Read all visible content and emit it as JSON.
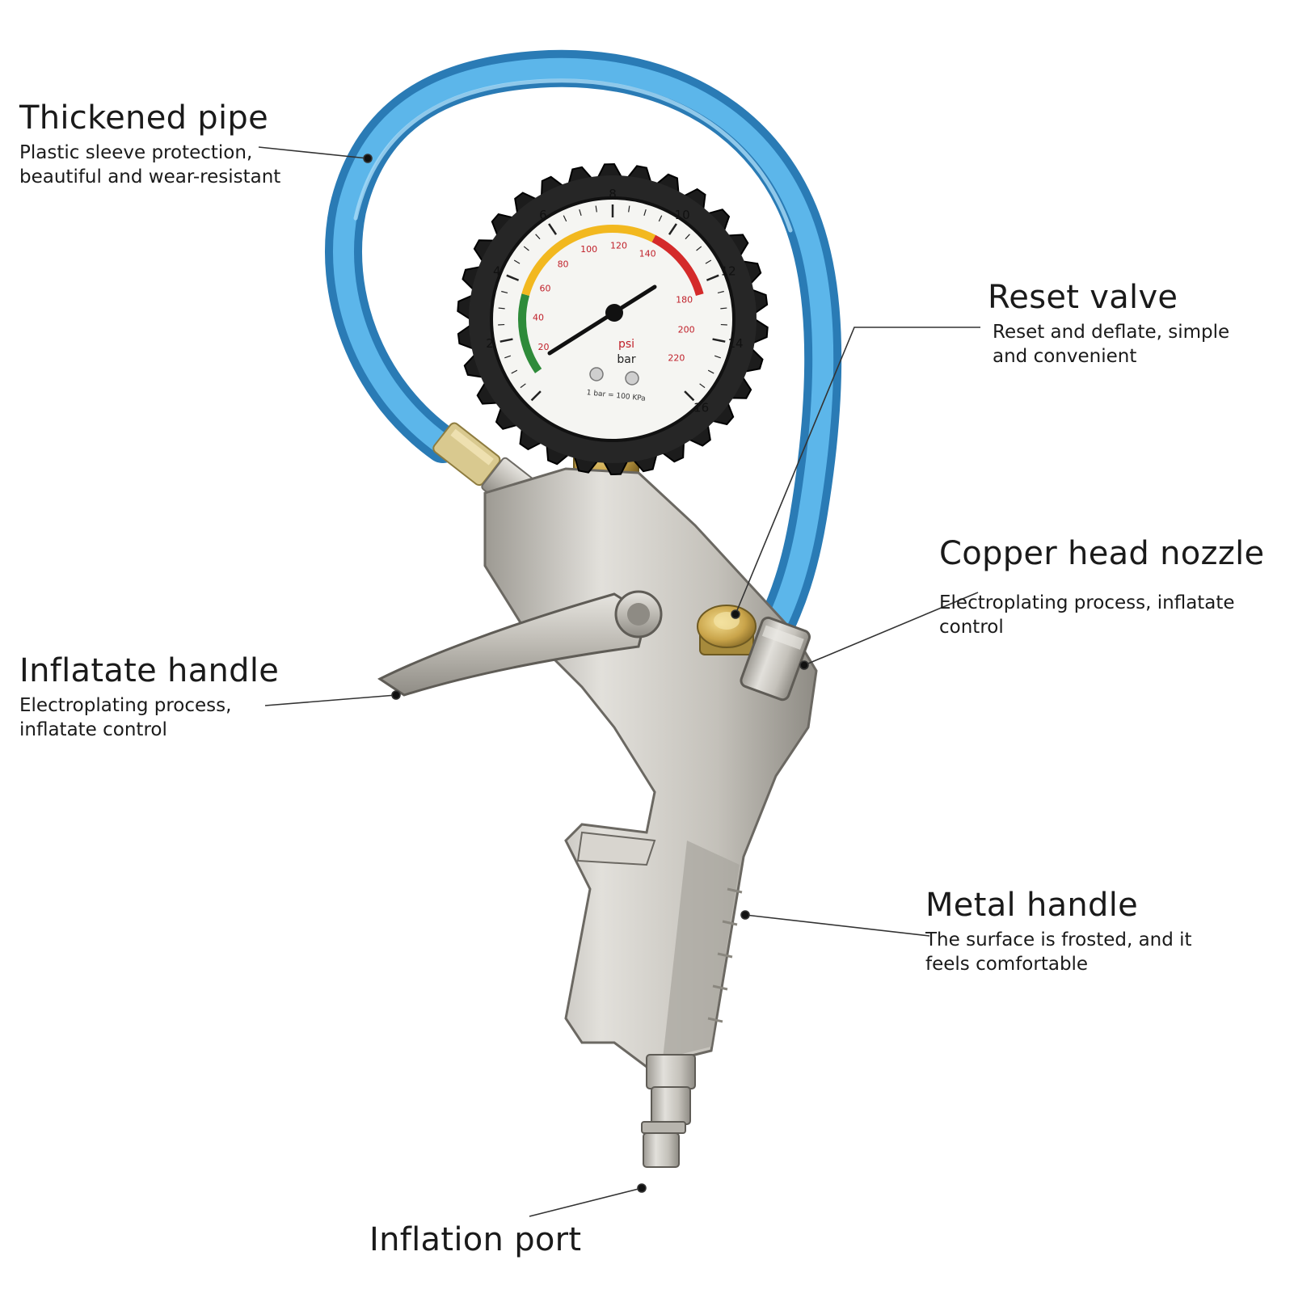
{
  "callouts": {
    "thickened_pipe": {
      "title": "Thickened pipe",
      "desc": "Plastic sleeve protection,\nbeautiful and wear-resistant"
    },
    "reset_valve": {
      "title": "Reset valve",
      "desc": "Reset and deflate, simple\nand convenient"
    },
    "copper_nozzle": {
      "title": "Copper head nozzle",
      "desc": "Electroplating process, inflatate\n control"
    },
    "inflate_handle": {
      "title": "Inflatate handle",
      "desc": "Electroplating process,\n inflatate control"
    },
    "metal_handle": {
      "title": "Metal handle",
      "desc": "The surface is frosted, and it\nfeels comfortable"
    },
    "inflation_port": {
      "title": "Inflation port"
    }
  },
  "gauge": {
    "bar_ticks": [
      "2",
      "4",
      "6",
      "8",
      "10",
      "12",
      "14",
      "16"
    ],
    "psi_ticks": [
      "20",
      "40",
      "60",
      "80",
      "100",
      "120",
      "140",
      "180",
      "200",
      "220"
    ],
    "unit_psi": "psi",
    "unit_bar": "bar",
    "footnote": "1 bar = 100 KPa"
  },
  "colors": {
    "hose": "#3e9bd8",
    "metal": "#c9c6bf",
    "brass": "#c9a44a",
    "gauge_body": "#1c1c1c",
    "zone_green": "#2e8b3a",
    "zone_yellow": "#f2b81f",
    "zone_red": "#d42a2a",
    "leader_line": "#333333"
  }
}
